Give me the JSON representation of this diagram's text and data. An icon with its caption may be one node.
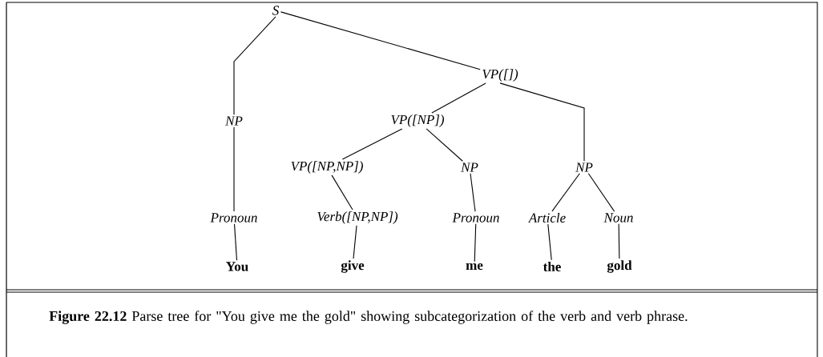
{
  "diagram": {
    "caption": "**Figure 22.12** Parse tree for \"You give me the gold\" showing subcategorization of the verb and verb phrase.",
    "nodes": [
      {
        "text": [
          "S"
        ]
      },
      {
        "text": [
          "VP([])"
        ]
      },
      {
        "text": [
          "NP"
        ]
      },
      {
        "text": [
          "VP([NP])"
        ]
      },
      {
        "text": [
          "VP([NP,NP])"
        ]
      },
      {
        "text": [
          "NP"
        ]
      },
      {
        "text": [
          "NP"
        ]
      },
      {
        "text": [
          "Pronoun"
        ]
      },
      {
        "text": [
          "Verb([NP,NP])"
        ]
      },
      {
        "text": [
          "Pronoun"
        ]
      },
      {
        "text": [
          "Article"
        ]
      },
      {
        "text": [
          "Noun"
        ]
      },
      {
        "text": [
          "You"
        ]
      },
      {
        "text": [
          "give"
        ]
      },
      {
        "text": [
          "me"
        ]
      },
      {
        "text": [
          "the"
        ]
      },
      {
        "text": [
          "gold"
        ]
      }
    ],
    "edges": [
      {
        "from": 0,
        "to": 2,
        "arrow": "none"
      },
      {
        "from": 0,
        "to": 1,
        "arrow": "none"
      },
      {
        "from": 1,
        "to": 3,
        "arrow": "none"
      },
      {
        "from": 1,
        "to": 6,
        "arrow": "none"
      },
      {
        "from": 2,
        "to": 7,
        "arrow": "none"
      },
      {
        "from": 3,
        "to": 4,
        "arrow": "none"
      },
      {
        "from": 3,
        "to": 5,
        "arrow": "none"
      },
      {
        "from": 6,
        "to": 10,
        "arrow": "none"
      },
      {
        "from": 6,
        "to": 11,
        "arrow": "none"
      },
      {
        "from": 4,
        "to": 8,
        "arrow": "none"
      },
      {
        "from": 5,
        "to": 9,
        "arrow": "none"
      },
      {
        "from": 7,
        "to": 12,
        "arrow": "none"
      },
      {
        "from": 8,
        "to": 13,
        "arrow": "none"
      },
      {
        "from": 9,
        "to": 14,
        "arrow": "none"
      },
      {
        "from": 10,
        "to": 15,
        "arrow": "none"
      },
      {
        "from": 11,
        "to": 16,
        "arrow": "none"
      }
    ]
  }
}
